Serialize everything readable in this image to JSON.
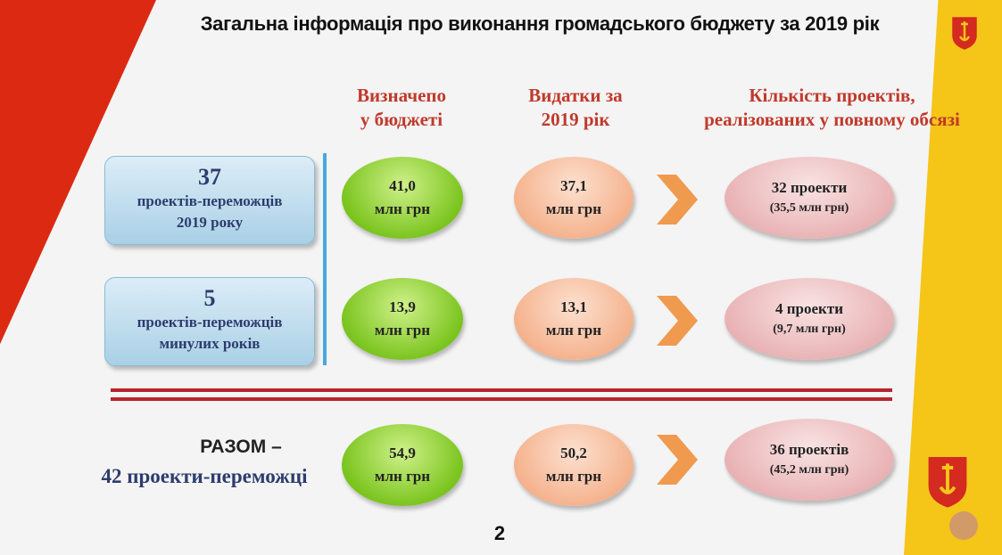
{
  "slide": {
    "title": "Загальна інформація про виконання громадського бюджету за 2019 рік",
    "page_number": "2"
  },
  "columns": {
    "budget": [
      "Визначепо",
      "у бюджеті"
    ],
    "spent": [
      "Видатки за",
      "2019 рік"
    ],
    "projects": [
      "Кількість проектів,",
      "реалізованих у повному обсязі"
    ]
  },
  "rows": [
    {
      "count": "37",
      "label1": "проектів-переможців",
      "label2": "2019 року",
      "budget": [
        "41,0",
        "млн грн"
      ],
      "spent": [
        "37,1",
        "млн грн"
      ],
      "result": [
        "32 проекти",
        "(35,5 млн грн)"
      ]
    },
    {
      "count": "5",
      "label1": "проектів-переможців",
      "label2": "минулих років",
      "budget": [
        "13,9",
        "млн грн"
      ],
      "spent": [
        "13,1",
        "млн грн"
      ],
      "result": [
        "4 проекти",
        "(9,7 млн грн)"
      ]
    }
  ],
  "total": {
    "label1": "РАЗОМ –",
    "label2": "42 проекти-переможці",
    "budget": [
      "54,9",
      "млн грн"
    ],
    "spent": [
      "50,2",
      "млн грн"
    ],
    "result": [
      "36 проектів",
      "(45,2 млн грн)"
    ]
  },
  "icons": [
    "odesa-crest-icon",
    "chevron-right-icon"
  ],
  "colors": {
    "heading_red": "#c0392b",
    "green": "#7cc520",
    "peach": "#f4b08a",
    "pink": "#e8b0b2",
    "blue_box": "#a9d0e6",
    "divider": "#b9242c"
  }
}
